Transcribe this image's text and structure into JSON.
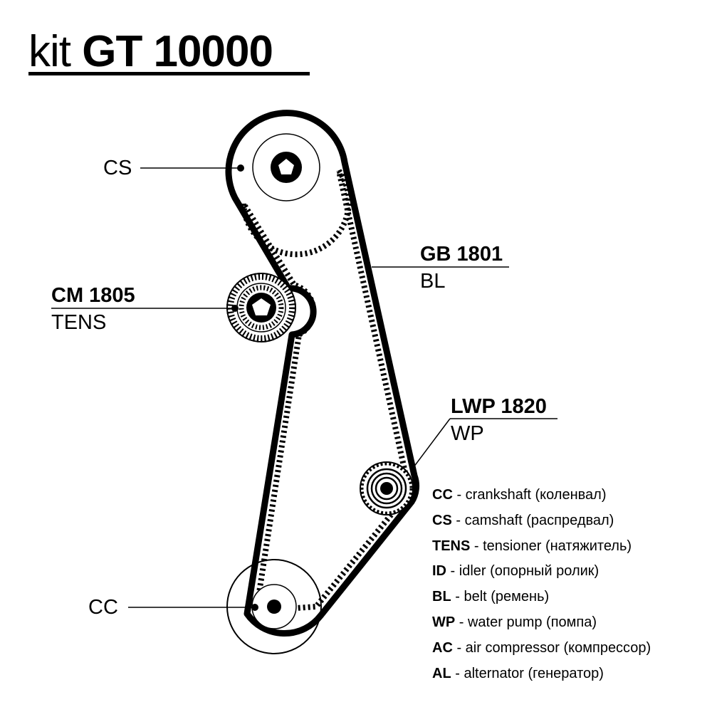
{
  "title": {
    "kit": "kit",
    "code": "GT 10000"
  },
  "labels": {
    "cs": "CS",
    "cc": "CC",
    "tensioner_code": "CM 1805",
    "tensioner_type": "TENS",
    "belt_code": "GB 1801",
    "belt_type": "BL",
    "pump_code": "LWP 1820",
    "pump_type": "WP"
  },
  "legend": [
    {
      "abbr": "CC",
      "text": " - crankshaft (коленвал)"
    },
    {
      "abbr": "CS",
      "text": " - camshaft (распредвал)"
    },
    {
      "abbr": "TENS",
      "text": " - tensioner (натяжитель)"
    },
    {
      "abbr": "ID",
      "text": " - idler (опорный ролик)"
    },
    {
      "abbr": "BL",
      "text": " - belt (ремень)"
    },
    {
      "abbr": "WP",
      "text": " - water pump (помпа)"
    },
    {
      "abbr": "AC",
      "text": " - air compressor (компрессор)"
    },
    {
      "abbr": "AL",
      "text": " - alternator (генератор)"
    }
  ]
}
